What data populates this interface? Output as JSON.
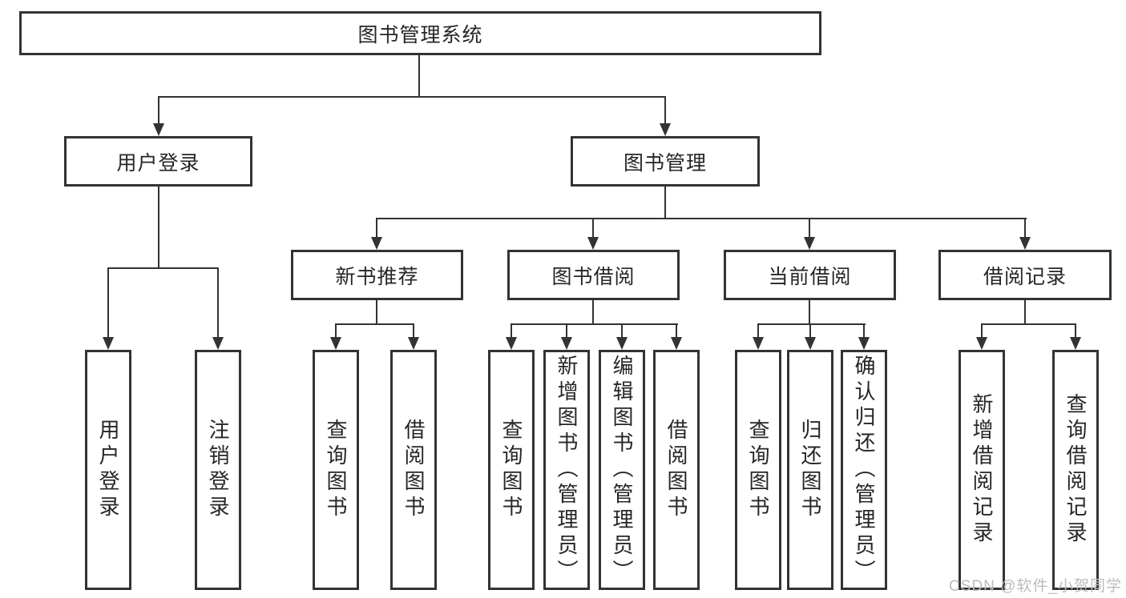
{
  "colors": {
    "line": "#333333",
    "node_border": "#333333",
    "node_text": "#262626",
    "watermark_text": "#bcbcbc",
    "background": "#ffffff"
  },
  "watermark": "CSDN @软件_小贺同学",
  "diagram": {
    "root": {
      "label": "图书管理系统"
    },
    "level2": [
      {
        "label": "用户登录",
        "leaves": [
          {
            "label": "用户登录"
          },
          {
            "label": "注销登录"
          }
        ]
      },
      {
        "label": "图书管理",
        "groups": [
          {
            "label": "新书推荐",
            "leaves": [
              {
                "label": "查询图书"
              },
              {
                "label": "借阅图书"
              }
            ]
          },
          {
            "label": "图书借阅",
            "leaves": [
              {
                "label": "查询图书"
              },
              {
                "label": "新增图书（管理员）"
              },
              {
                "label": "编辑图书（管理员）"
              },
              {
                "label": "借阅图书"
              }
            ]
          },
          {
            "label": "当前借阅",
            "leaves": [
              {
                "label": "查询图书"
              },
              {
                "label": "归还图书"
              },
              {
                "label": "确认归还（管理员）"
              }
            ]
          },
          {
            "label": "借阅记录",
            "leaves": [
              {
                "label": "新增借阅记录"
              },
              {
                "label": "查询借阅记录"
              }
            ]
          }
        ]
      }
    ]
  }
}
